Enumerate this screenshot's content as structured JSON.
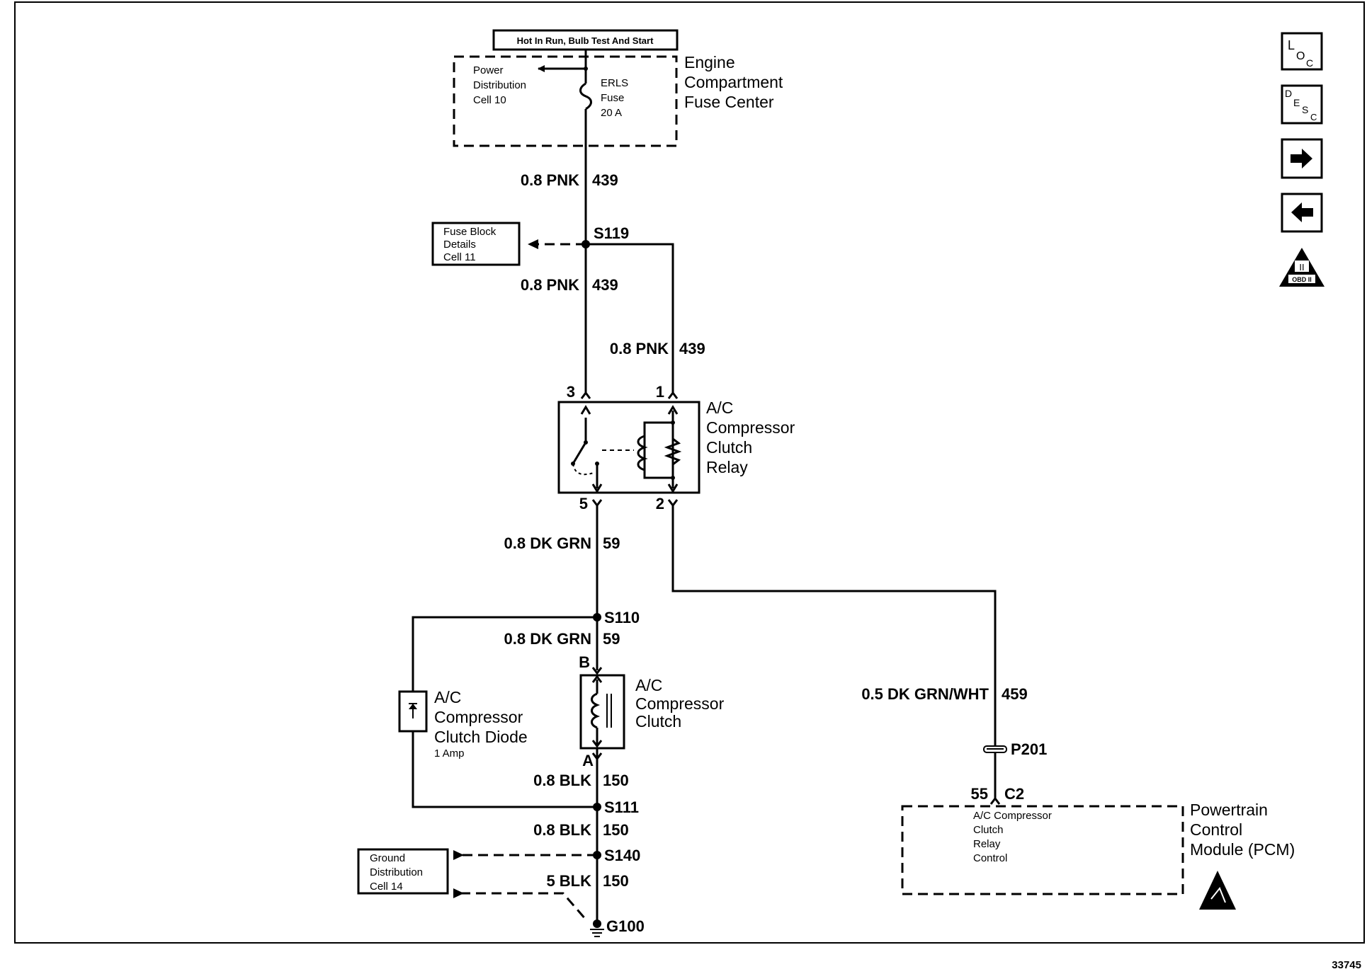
{
  "power_condition": "Hot In Run, Bulb Test And Start",
  "fuse_center": {
    "name": [
      "Engine",
      "Compartment",
      "Fuse Center"
    ],
    "power_dist": [
      "Power",
      "Distribution",
      "Cell 10"
    ],
    "fuse": [
      "ERLS",
      "Fuse",
      "20 A"
    ]
  },
  "fuse_block_ref": [
    "Fuse Block",
    "Details",
    "Cell 11"
  ],
  "ground_ref": [
    "Ground",
    "Distribution",
    "Cell 14"
  ],
  "wires": {
    "w1": {
      "gauge": "0.8 PNK",
      "circuit": "439"
    },
    "w2": {
      "gauge": "0.8 PNK",
      "circuit": "439"
    },
    "w3": {
      "gauge": "0.8 PNK",
      "circuit": "439"
    },
    "w4": {
      "gauge": "0.8 DK GRN",
      "circuit": "59"
    },
    "w5": {
      "gauge": "0.8 DK GRN",
      "circuit": "59"
    },
    "w6": {
      "gauge": "0.8 BLK",
      "circuit": "150"
    },
    "w7": {
      "gauge": "0.8 BLK",
      "circuit": "150"
    },
    "w8": {
      "gauge": "5 BLK",
      "circuit": "150"
    },
    "w9": {
      "gauge": "0.5 DK GRN/WHT",
      "circuit": "459"
    }
  },
  "splices": {
    "s119": "S119",
    "s110": "S110",
    "s111": "S111",
    "s140": "S140",
    "g100": "G100",
    "p201": "P201"
  },
  "relay": {
    "name": [
      "A/C",
      "Compressor",
      "Clutch",
      "Relay"
    ],
    "pins": {
      "p3": "3",
      "p1": "1",
      "p5": "5",
      "p2": "2"
    }
  },
  "clutch": {
    "name": [
      "A/C",
      "Compressor",
      "Clutch"
    ],
    "pin_b": "B",
    "pin_a": "A"
  },
  "diode": {
    "name": [
      "A/C",
      "Compressor",
      "Clutch Diode"
    ],
    "rating": "1 Amp"
  },
  "pcm": {
    "name": [
      "Powertrain",
      "Control",
      "Module (PCM)"
    ],
    "pin": "55",
    "connector": "C2",
    "function": [
      "A/C Compressor",
      "Clutch",
      "Relay",
      "Control"
    ]
  },
  "side_icons": {
    "loc": {
      "l": "L",
      "o": "O",
      "c": "C"
    },
    "desc": {
      "d": "D",
      "e": "E",
      "s": "S",
      "c": "C"
    },
    "next_icon": "right-arrow-icon",
    "prev_icon": "left-arrow-icon",
    "obd": {
      "numeral": "II",
      "text": "OBD II"
    }
  },
  "figure_number": "33745"
}
